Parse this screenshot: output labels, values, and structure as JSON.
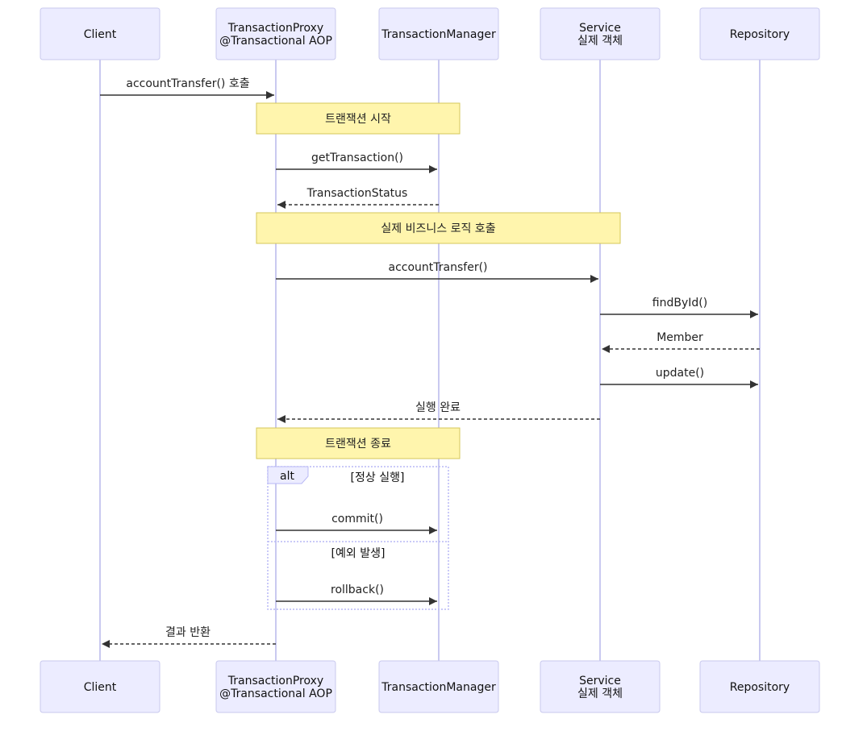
{
  "participants": [
    {
      "id": "client",
      "lines": [
        "Client"
      ]
    },
    {
      "id": "proxy",
      "lines": [
        "TransactionProxy",
        "@Transactional AOP"
      ]
    },
    {
      "id": "tm",
      "lines": [
        "TransactionManager"
      ]
    },
    {
      "id": "service",
      "lines": [
        "Service",
        "실제 객체"
      ]
    },
    {
      "id": "repo",
      "lines": [
        "Repository"
      ]
    }
  ],
  "messages": [
    {
      "id": "m1",
      "from": "client",
      "to": "proxy",
      "label": "accountTransfer() 호출",
      "style": "solid"
    },
    {
      "id": "m2",
      "from": "proxy",
      "to": "tm",
      "label": "getTransaction()",
      "style": "solid"
    },
    {
      "id": "m3",
      "from": "tm",
      "to": "proxy",
      "label": "TransactionStatus",
      "style": "dashed"
    },
    {
      "id": "m4",
      "from": "proxy",
      "to": "service",
      "label": "accountTransfer()",
      "style": "solid"
    },
    {
      "id": "m5",
      "from": "service",
      "to": "repo",
      "label": "findById()",
      "style": "solid"
    },
    {
      "id": "m6",
      "from": "repo",
      "to": "service",
      "label": "Member",
      "style": "dashed"
    },
    {
      "id": "m7",
      "from": "service",
      "to": "repo",
      "label": "update()",
      "style": "solid"
    },
    {
      "id": "m8",
      "from": "service",
      "to": "proxy",
      "label": "실행 완료",
      "style": "dashed"
    },
    {
      "id": "m9",
      "from": "proxy",
      "to": "tm",
      "label": "commit()",
      "style": "solid"
    },
    {
      "id": "m10",
      "from": "proxy",
      "to": "tm",
      "label": "rollback()",
      "style": "solid"
    },
    {
      "id": "m11",
      "from": "proxy",
      "to": "client",
      "label": "결과 반환",
      "style": "dashed"
    }
  ],
  "notes": [
    {
      "id": "n1",
      "text": "트랜잭션 시작"
    },
    {
      "id": "n2",
      "text": "실제 비즈니스 로직 호출"
    },
    {
      "id": "n3",
      "text": "트랜잭션 종료"
    }
  ],
  "alt": {
    "label": "alt",
    "conditions": [
      "[정상 실행]",
      "[예외 발생]"
    ]
  }
}
